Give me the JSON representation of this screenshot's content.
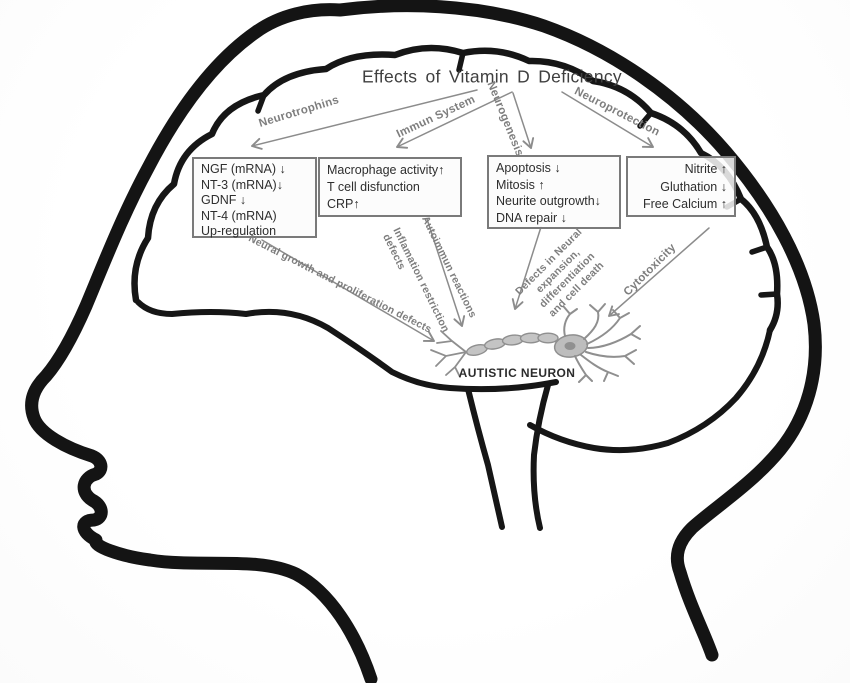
{
  "title": "Effects of Vitamin D Deficiency",
  "pathways": {
    "neurotrophins": "Neurotrophins",
    "immun_system": "Immun System",
    "neurogenesis": "Neurogenesis",
    "neuroprotection": "Neuroprotection"
  },
  "boxes": [
    {
      "id": "neurotrophins-effects",
      "lines": [
        "NGF (mRNA) ↓",
        "NT-3 (mRNA)↓",
        "GDNF ↓",
        "NT-4 (mRNA)",
        "Up-regulation"
      ]
    },
    {
      "id": "immune-effects",
      "lines": [
        "Macrophage activity↑",
        "T cell disfunction",
        "CRP↑"
      ]
    },
    {
      "id": "neurogenesis-effects",
      "lines": [
        "Apoptosis ↓",
        "Mitosis ↑",
        "Neurite outgrowth↓",
        "DNA repair ↓"
      ]
    },
    {
      "id": "neuroprotection-effects",
      "lines": [
        "Nitrite ↑",
        "Gluthation ↓",
        "Free Calcium ↑"
      ]
    }
  ],
  "effects": {
    "neural_growth": "Neural growth and proliferation defects",
    "autoimmun": "Autoimmun reactions",
    "inflamation_line1": "Inflamation restriction",
    "inflamation_line2": "defects",
    "defects_neural_lines": [
      "Defects in Neural",
      "expansion,",
      "differentiation",
      "and cell death"
    ],
    "cytotoxicity": "Cytotoxicity"
  },
  "neuron_label": "AUTISTIC NEURON",
  "colors": {
    "outline": "#141414",
    "arrow": "#8c8c8c",
    "label": "#7e7e7e",
    "box_border": "#7a7a7a",
    "neuron_fill": "#c4c4c4",
    "neuron_stroke": "#8f8f8f"
  }
}
